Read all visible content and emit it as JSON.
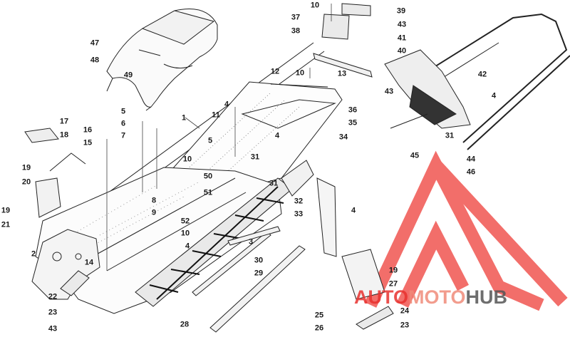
{
  "watermark": {
    "part1": "AUTO",
    "part2": "MOTO",
    "part3": "HUB",
    "color_red": "#e8322f",
    "color_gray": "#555555"
  },
  "callouts": [
    {
      "id": "c1",
      "text": "1"
    },
    {
      "id": "c2",
      "text": "2"
    },
    {
      "id": "c3",
      "text": "3"
    },
    {
      "id": "c4a",
      "text": "4"
    },
    {
      "id": "c4b",
      "text": "4"
    },
    {
      "id": "c4c",
      "text": "4"
    },
    {
      "id": "c4d",
      "text": "4"
    },
    {
      "id": "c4e",
      "text": "4"
    },
    {
      "id": "c5a",
      "text": "5"
    },
    {
      "id": "c5b",
      "text": "5"
    },
    {
      "id": "c6",
      "text": "6"
    },
    {
      "id": "c7",
      "text": "7"
    },
    {
      "id": "c8",
      "text": "8"
    },
    {
      "id": "c9",
      "text": "9"
    },
    {
      "id": "c10a",
      "text": "10"
    },
    {
      "id": "c10b",
      "text": "10"
    },
    {
      "id": "c10c",
      "text": "10"
    },
    {
      "id": "c10d",
      "text": "10"
    },
    {
      "id": "c11",
      "text": "11"
    },
    {
      "id": "c12",
      "text": "12"
    },
    {
      "id": "c13",
      "text": "13"
    },
    {
      "id": "c14",
      "text": "14"
    },
    {
      "id": "c15",
      "text": "15"
    },
    {
      "id": "c16",
      "text": "16"
    },
    {
      "id": "c17",
      "text": "17"
    },
    {
      "id": "c18",
      "text": "18"
    },
    {
      "id": "c19a",
      "text": "19"
    },
    {
      "id": "c19b",
      "text": "19"
    },
    {
      "id": "c19c",
      "text": "19"
    },
    {
      "id": "c20",
      "text": "20"
    },
    {
      "id": "c21",
      "text": "21"
    },
    {
      "id": "c22",
      "text": "22"
    },
    {
      "id": "c23a",
      "text": "23"
    },
    {
      "id": "c23b",
      "text": "23"
    },
    {
      "id": "c24",
      "text": "24"
    },
    {
      "id": "c25",
      "text": "25"
    },
    {
      "id": "c26",
      "text": "26"
    },
    {
      "id": "c27",
      "text": "27"
    },
    {
      "id": "c28",
      "text": "28"
    },
    {
      "id": "c29",
      "text": "29"
    },
    {
      "id": "c30",
      "text": "30"
    },
    {
      "id": "c31a",
      "text": "31"
    },
    {
      "id": "c31b",
      "text": "31"
    },
    {
      "id": "c31c",
      "text": "31"
    },
    {
      "id": "c32",
      "text": "32"
    },
    {
      "id": "c33",
      "text": "33"
    },
    {
      "id": "c34",
      "text": "34"
    },
    {
      "id": "c35",
      "text": "35"
    },
    {
      "id": "c36",
      "text": "36"
    },
    {
      "id": "c37",
      "text": "37"
    },
    {
      "id": "c38",
      "text": "38"
    },
    {
      "id": "c39",
      "text": "39"
    },
    {
      "id": "c40",
      "text": "40"
    },
    {
      "id": "c41",
      "text": "41"
    },
    {
      "id": "c42",
      "text": "42"
    },
    {
      "id": "c43a",
      "text": "43"
    },
    {
      "id": "c43b",
      "text": "43"
    },
    {
      "id": "c43c",
      "text": "43"
    },
    {
      "id": "c44",
      "text": "44"
    },
    {
      "id": "c45",
      "text": "45"
    },
    {
      "id": "c46",
      "text": "46"
    },
    {
      "id": "c47",
      "text": "47"
    },
    {
      "id": "c48",
      "text": "48"
    },
    {
      "id": "c49",
      "text": "49"
    },
    {
      "id": "c50",
      "text": "50"
    },
    {
      "id": "c51",
      "text": "51"
    },
    {
      "id": "c52",
      "text": "52"
    }
  ]
}
